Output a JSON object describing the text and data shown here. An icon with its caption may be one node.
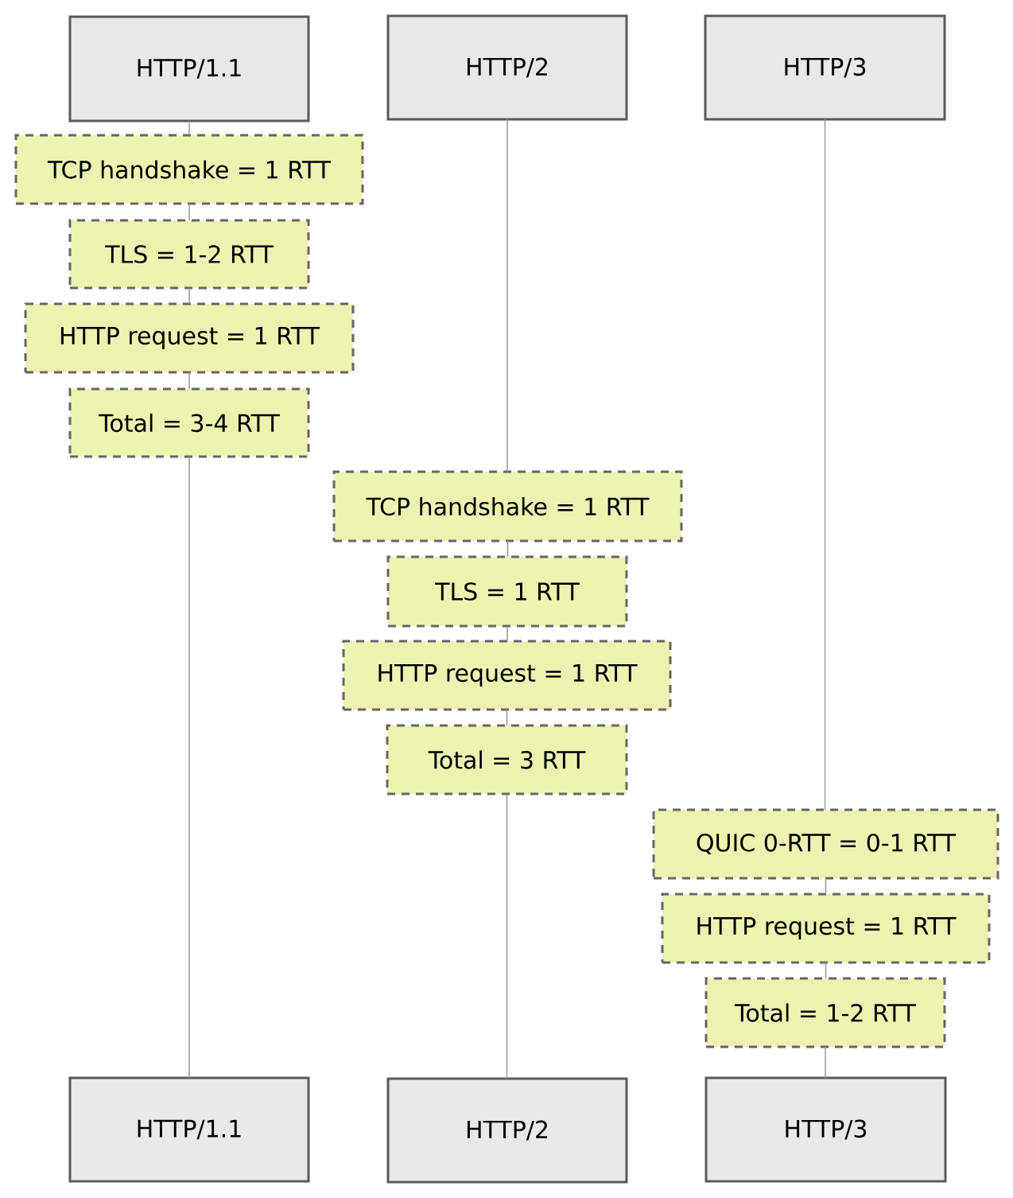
{
  "diagram": {
    "nodes": [
      {
        "text": [
          "HTTP/1.1"
        ]
      },
      {
        "text": [
          "HTTP/2"
        ]
      },
      {
        "text": [
          "HTTP/3"
        ]
      },
      {
        "text": [
          "HTTP/1.1"
        ]
      },
      {
        "text": [
          "HTTP/2"
        ]
      },
      {
        "text": [
          "HTTP/3"
        ]
      },
      {
        "text": [
          "TCP handshake = 1 RTT"
        ]
      },
      {
        "text": [
          "TLS = 1-2 RTT"
        ]
      },
      {
        "text": [
          "HTTP request = 1 RTT"
        ]
      },
      {
        "text": [
          "Total = 3-4 RTT"
        ]
      },
      {
        "text": [
          "TCP handshake = 1 RTT"
        ]
      },
      {
        "text": [
          "TLS = 1 RTT"
        ]
      },
      {
        "text": [
          "HTTP request = 1 RTT"
        ]
      },
      {
        "text": [
          "Total = 3 RTT"
        ]
      },
      {
        "text": [
          "QUIC 0-RTT = 0-1 RTT"
        ]
      },
      {
        "text": [
          "HTTP request = 1 RTT"
        ]
      },
      {
        "text": [
          "Total = 1-2 RTT"
        ]
      }
    ],
    "edges": [
      {
        "from": 0,
        "to": 6,
        "arrow": "none"
      },
      {
        "from": 6,
        "to": 7,
        "arrow": "none"
      },
      {
        "from": 7,
        "to": 8,
        "arrow": "none"
      },
      {
        "from": 8,
        "to": 9,
        "arrow": "none"
      },
      {
        "from": 9,
        "to": 3,
        "arrow": "none"
      },
      {
        "from": 1,
        "to": 10,
        "arrow": "none"
      },
      {
        "from": 10,
        "to": 11,
        "arrow": "none"
      },
      {
        "from": 11,
        "to": 12,
        "arrow": "none"
      },
      {
        "from": 12,
        "to": 13,
        "arrow": "none"
      },
      {
        "from": 13,
        "to": 4,
        "arrow": "none"
      },
      {
        "from": 2,
        "to": 14,
        "arrow": "none"
      },
      {
        "from": 14,
        "to": 15,
        "arrow": "none"
      },
      {
        "from": 15,
        "to": 16,
        "arrow": "none"
      },
      {
        "from": 16,
        "to": 5,
        "arrow": "none"
      }
    ]
  }
}
